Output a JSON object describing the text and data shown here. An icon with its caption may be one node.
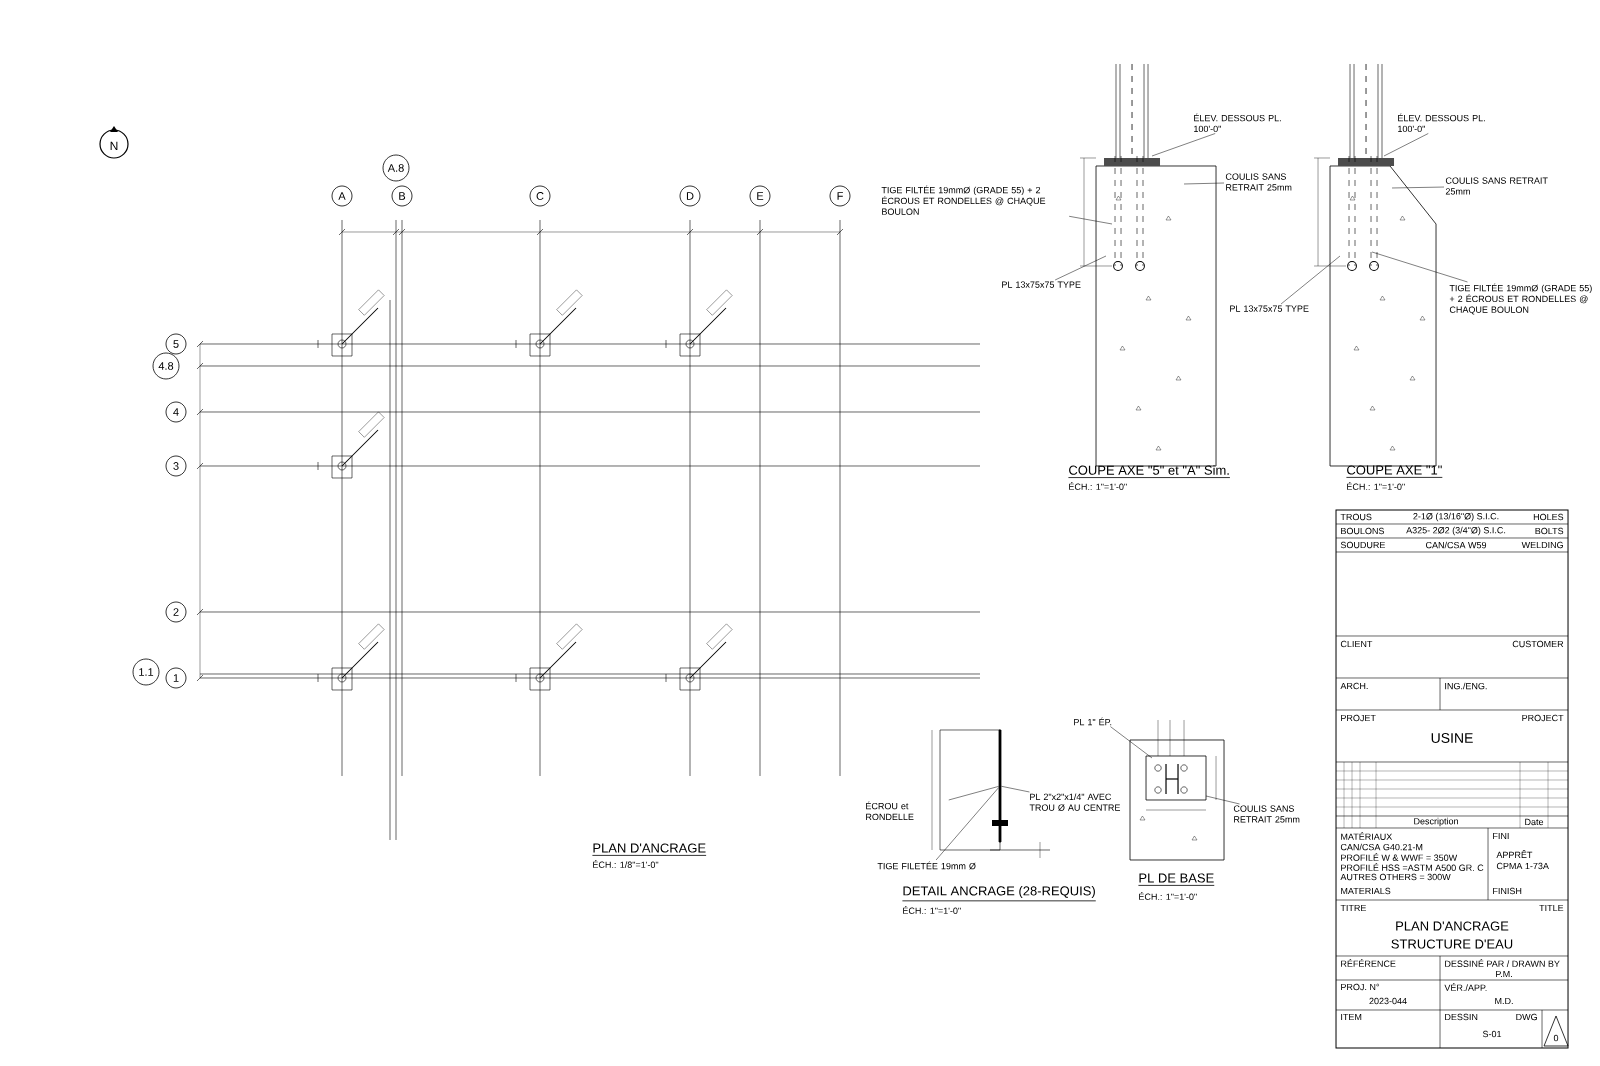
{
  "diagram": {
    "nodes": [
      {
        "text": [
          "A"
        ]
      },
      {
        "text": [
          "A.8"
        ]
      },
      {
        "text": [
          "B"
        ]
      },
      {
        "text": [
          "C"
        ]
      },
      {
        "text": [
          "D"
        ]
      },
      {
        "text": [
          "E"
        ]
      },
      {
        "text": [
          "F"
        ]
      },
      {
        "text": [
          "5"
        ]
      },
      {
        "text": [
          "4.8"
        ]
      },
      {
        "text": [
          "4"
        ]
      },
      {
        "text": [
          "3"
        ]
      },
      {
        "text": [
          "2"
        ]
      },
      {
        "text": [
          "1.1"
        ]
      },
      {
        "text": [
          "1"
        ]
      },
      {
        "text": [
          "ÉLEV. DESSOUS PL. 100'-0\""
        ]
      },
      {
        "text": [
          "COULIS SANS RETRAIT 25mm"
        ]
      },
      {
        "text": [
          "TIGE FILTÉE 19mmØ (GRADE 55) + 2 ÉCROUS ET RONDELLES @ CHAQUE BOULON"
        ]
      },
      {
        "text": [
          "PL 13x75x75 TYPE"
        ]
      },
      {
        "text": [
          "ÉLEV. DESSOUS PL. 100'-0\""
        ]
      },
      {
        "text": [
          "COULIS SANS RETRAIT 25mm"
        ]
      },
      {
        "text": [
          "TIGE FILTÉE 19mmØ (GRADE 55) + 2 ÉCROUS ET RONDELLES @ CHAQUE BOULON"
        ]
      },
      {
        "text": [
          "PL 13x75x75 TYPE"
        ]
      },
      {
        "text": [
          "ÉCROU et RONDELLE"
        ]
      },
      {
        "text": [
          "PL 2\"x2\"x1/4\" AVEC TROU Ø AU CENTRE"
        ]
      },
      {
        "text": [
          "TIGE FILETÉE 19mm Ø"
        ]
      },
      {
        "text": [
          "PL 1\" ÉP."
        ]
      },
      {
        "text": [
          "COULIS SANS RETRAIT 25mm"
        ]
      },
      {
        "text": [],
        "shape": "bar"
      }
    ],
    "edges": [
      {
        "from": 14,
        "to": null,
        "arrow": "none"
      },
      {
        "from": 15,
        "to": null,
        "arrow": "none"
      },
      {
        "from": 16,
        "to": null,
        "arrow": "none"
      },
      {
        "from": 17,
        "to": null,
        "arrow": "none"
      },
      {
        "from": 18,
        "to": null,
        "arrow": "none"
      },
      {
        "from": 19,
        "to": null,
        "arrow": "none"
      },
      {
        "from": 20,
        "to": null,
        "arrow": "none"
      },
      {
        "from": 21,
        "to": null,
        "arrow": "none"
      },
      {
        "from": 22,
        "to": 27,
        "arrow": "none"
      },
      {
        "from": 23,
        "to": 27,
        "arrow": "none"
      },
      {
        "from": 24,
        "to": 27,
        "arrow": "none"
      },
      {
        "from": 25,
        "to": null,
        "arrow": "none"
      },
      {
        "from": 26,
        "to": null,
        "arrow": "none"
      }
    ],
    "labels": [
      "N",
      "PLAN D'ANCRAGE",
      "ÉCH.: 1/8\"=1'-0\"",
      "COUPE AXE \"5\" et \"A\" Sim.",
      "ÉCH.: 1\"=1'-0\"",
      "COUPE AXE \"1\"",
      "ÉCH.: 1\"=1'-0\"",
      "DETAIL ANCRAGE (28-REQUIS)",
      "ÉCH.: 1\"=1'-0\"",
      "PL DE BASE",
      "ÉCH.: 1\"=1'-0\"",
      "TROUS",
      "2-1Ø (13/16\"Ø) S.I.C.",
      "HOLES",
      "BOULONS",
      "A325- 2Ø2 (3/4\"Ø) S.I.C.",
      "BOLTS",
      "SOUDURE",
      "CAN/CSA W59",
      "WELDING",
      "CLIENT",
      "CUSTOMER",
      "ARCH.",
      "ING./ENG.",
      "PROJET",
      "PROJECT",
      "USINE",
      "Description",
      "Date",
      "MATÉRIAUX",
      "CAN/CSA G40.21-M",
      "PROFILÉ W & WWF = 350W",
      "PROFILÉ HSS =ASTM A500 GR. C",
      "AUTRES OTHERS = 300W",
      "MATERIALS",
      "FINI",
      "APPRÊT",
      "CPMA 1-73A",
      "FINISH",
      "TITRE",
      "TITLE",
      "PLAN D'ANCRAGE",
      "STRUCTURE D'EAU",
      "RÉFÉRENCE",
      "DESSINÉ PAR / DRAWN BY",
      "P.M.",
      "PROJ. N°",
      "2023-044",
      "VÉR./APP.",
      "M.D.",
      "ITEM",
      "DESSIN",
      "DWG",
      "S-01",
      "0"
    ]
  }
}
